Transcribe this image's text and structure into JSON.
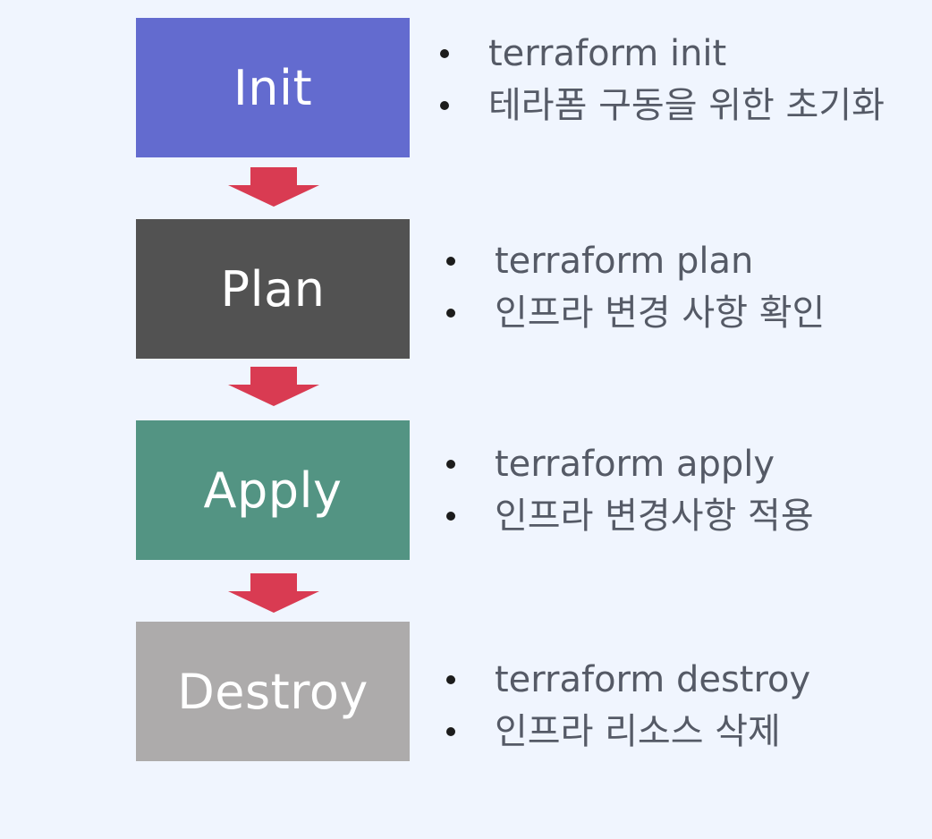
{
  "steps": [
    {
      "label": "Init",
      "color": "#636bcf",
      "bullets": [
        "terraform init",
        "테라폼 구동을 위한 초기화"
      ]
    },
    {
      "label": "Plan",
      "color": "#525252",
      "bullets": [
        "terraform plan",
        "인프라 변경 사항 확인"
      ]
    },
    {
      "label": "Apply",
      "color": "#539483",
      "bullets": [
        "terraform apply",
        "인프라 변경사항 적용"
      ]
    },
    {
      "label": "Destroy",
      "color": "#adabab",
      "bullets": [
        "terraform destroy",
        "인프라 리소스 삭제"
      ]
    }
  ],
  "colors": {
    "background": "#f0f5fe",
    "arrow": "#d93b52",
    "bullet_text": "#555a66",
    "bullet_dot": "#1c1c1c"
  }
}
